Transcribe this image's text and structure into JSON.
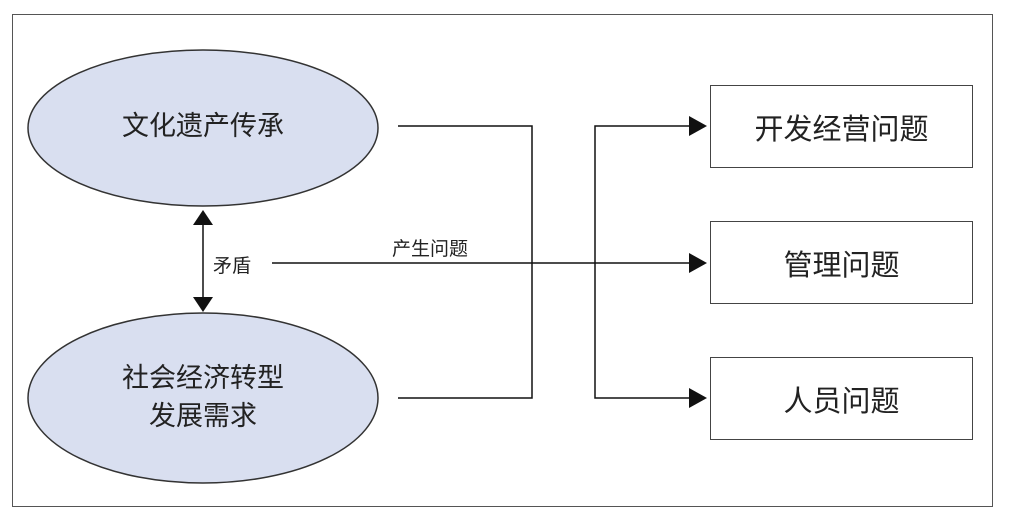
{
  "colors": {
    "ellipse_fill": "#d9dff0",
    "stroke": "#333333",
    "box_border": "#444444"
  },
  "nodes": {
    "heritage": {
      "label": "文化遗产传承"
    },
    "socio_economic": {
      "label": "社会经济转型\n发展需求"
    },
    "dev_ops_problem": {
      "label": "开发经营问题"
    },
    "management_problem": {
      "label": "管理问题"
    },
    "personnel_problem": {
      "label": "人员问题"
    }
  },
  "edges": {
    "conflict": {
      "label": "矛盾"
    },
    "produces": {
      "label": "产生问题"
    }
  }
}
